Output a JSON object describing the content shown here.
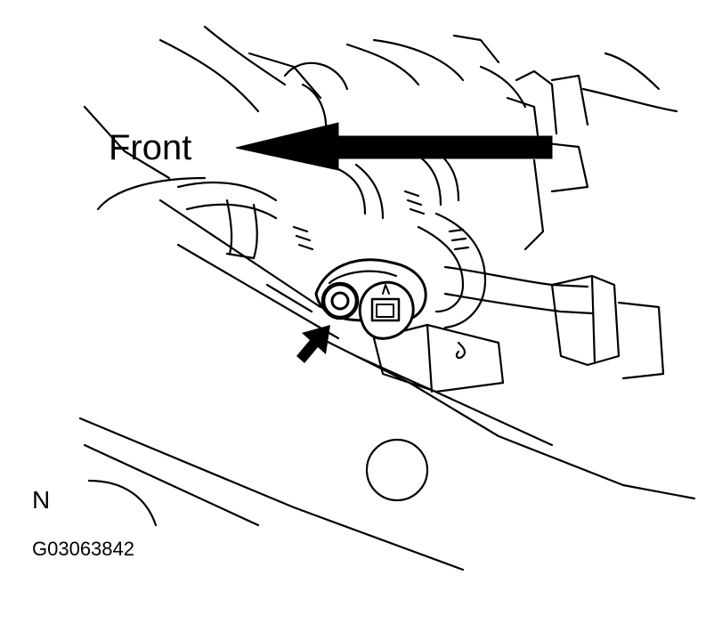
{
  "labels": {
    "direction": "Front",
    "corner_mark": "N",
    "figure_code": "G03063842"
  },
  "colors": {
    "ink": "#000000",
    "paper": "#ffffff"
  }
}
